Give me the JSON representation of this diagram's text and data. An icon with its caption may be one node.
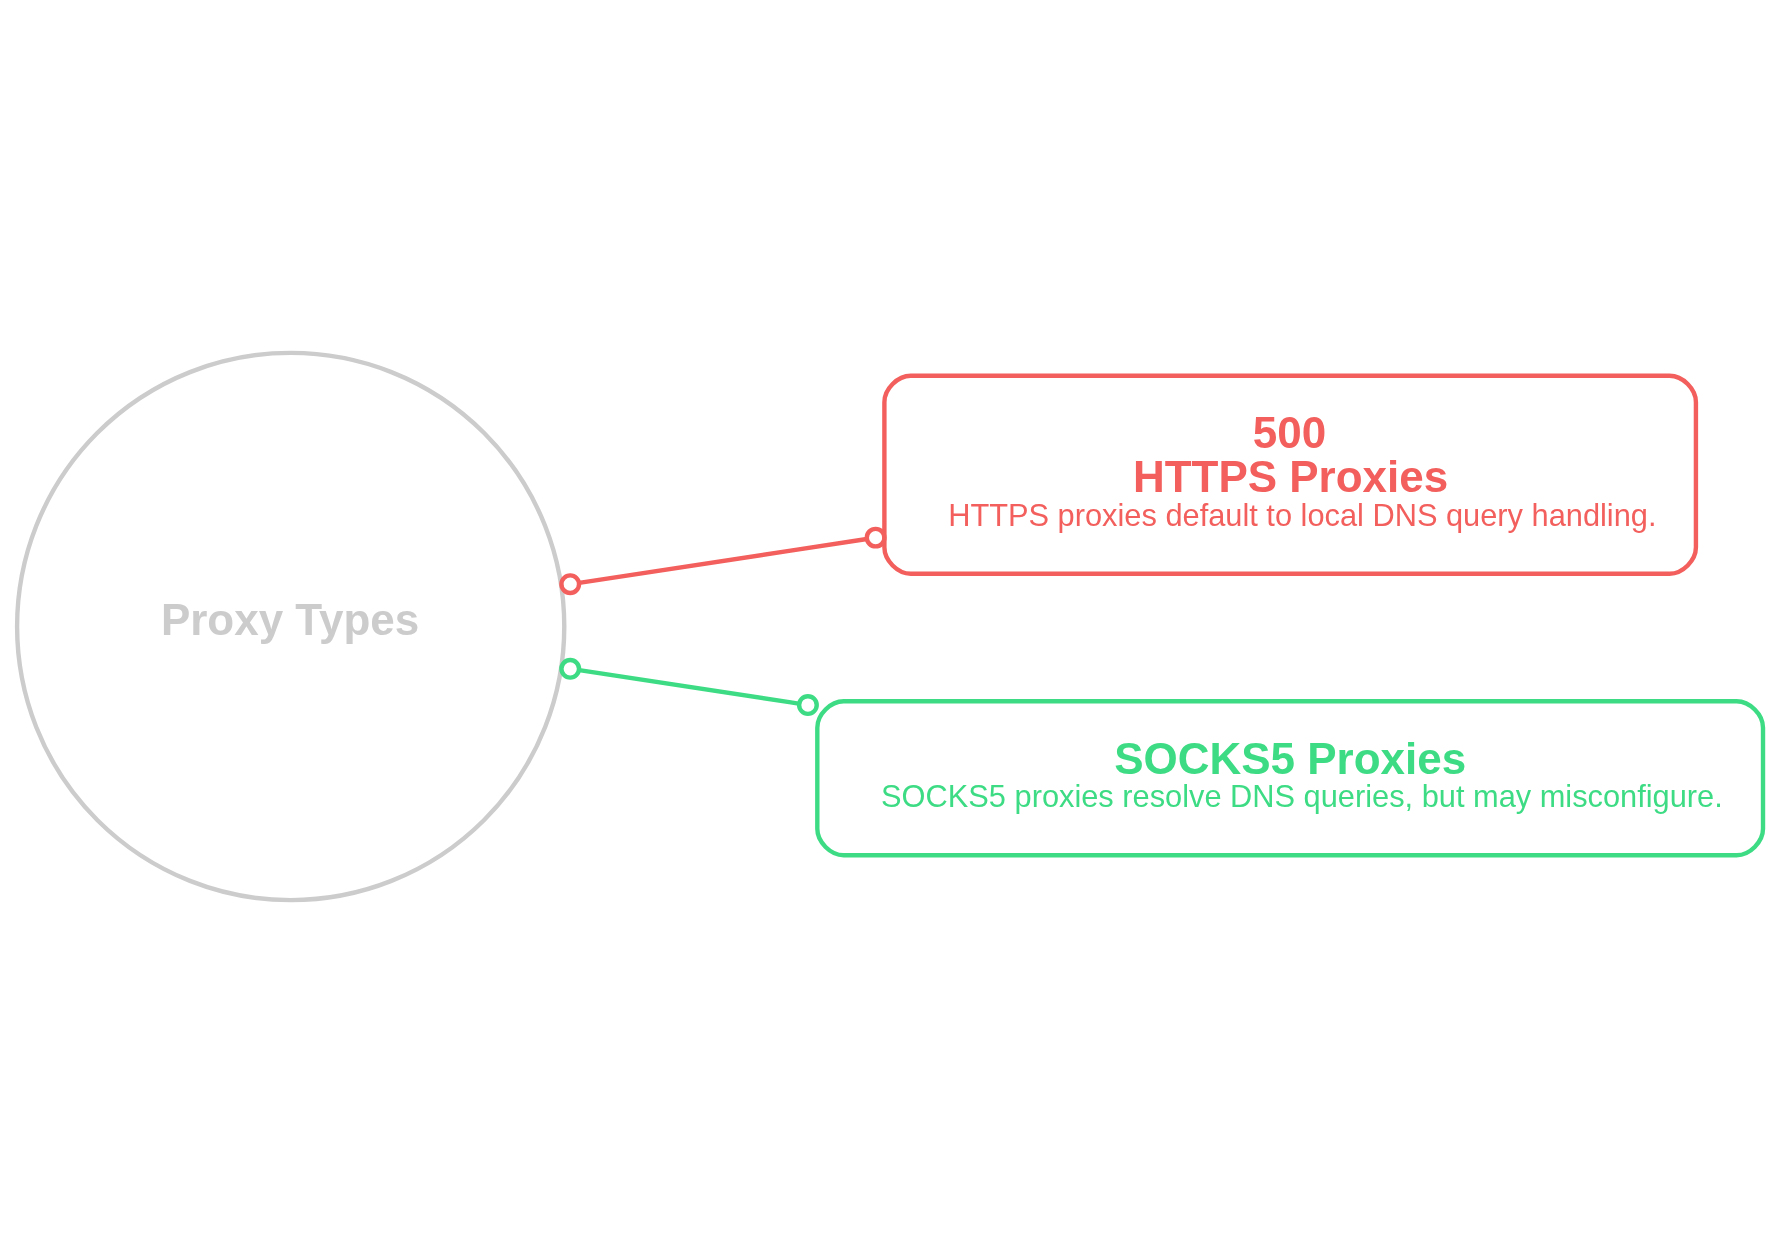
{
  "diagram": {
    "nodes": [
      {
        "text": [
          "Proxy Types"
        ]
      },
      {
        "text": [
          "500",
          "HTTPS Proxies",
          "HTTPS proxies default to local DNS query handling."
        ]
      },
      {
        "text": [
          "SOCKS5 Proxies",
          "SOCKS5 proxies resolve DNS queries, but may misconfigure."
        ]
      }
    ],
    "edges": [
      {
        "from": 0,
        "to": 1,
        "arrow": "other",
        "color": "#f25f5c"
      },
      {
        "from": 0,
        "to": 2,
        "arrow": "other",
        "color": "#3ddc84"
      }
    ]
  }
}
